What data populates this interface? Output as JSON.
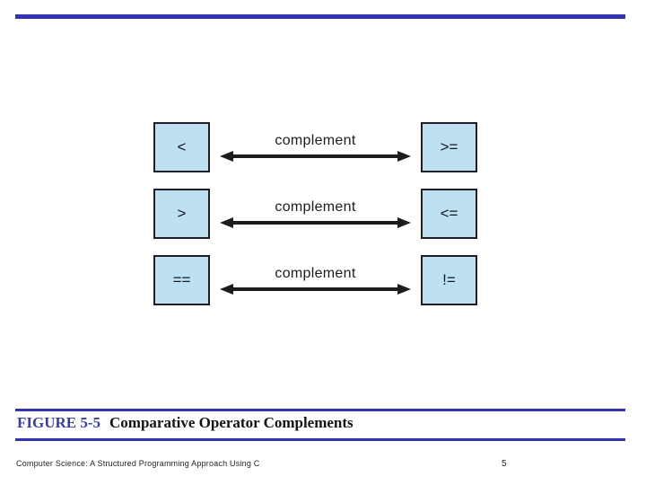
{
  "colors": {
    "accent": "#3333b2",
    "box_fill": "#bee1f2",
    "box_border": "#1e1e28",
    "figure_label": "#3d3d9f",
    "ink": "#1d1d1d"
  },
  "diagram": {
    "rows": [
      {
        "left": "<",
        "label": "complement",
        "right": ">="
      },
      {
        "left": ">",
        "label": "complement",
        "right": "<="
      },
      {
        "left": "==",
        "label": "complement",
        "right": "!="
      }
    ]
  },
  "caption": {
    "figure_label": "FIGURE 5-5",
    "title": "Comparative Operator Complements"
  },
  "footer": {
    "text": "Computer Science: A Structured Programming Approach Using C",
    "page_number": "5"
  }
}
